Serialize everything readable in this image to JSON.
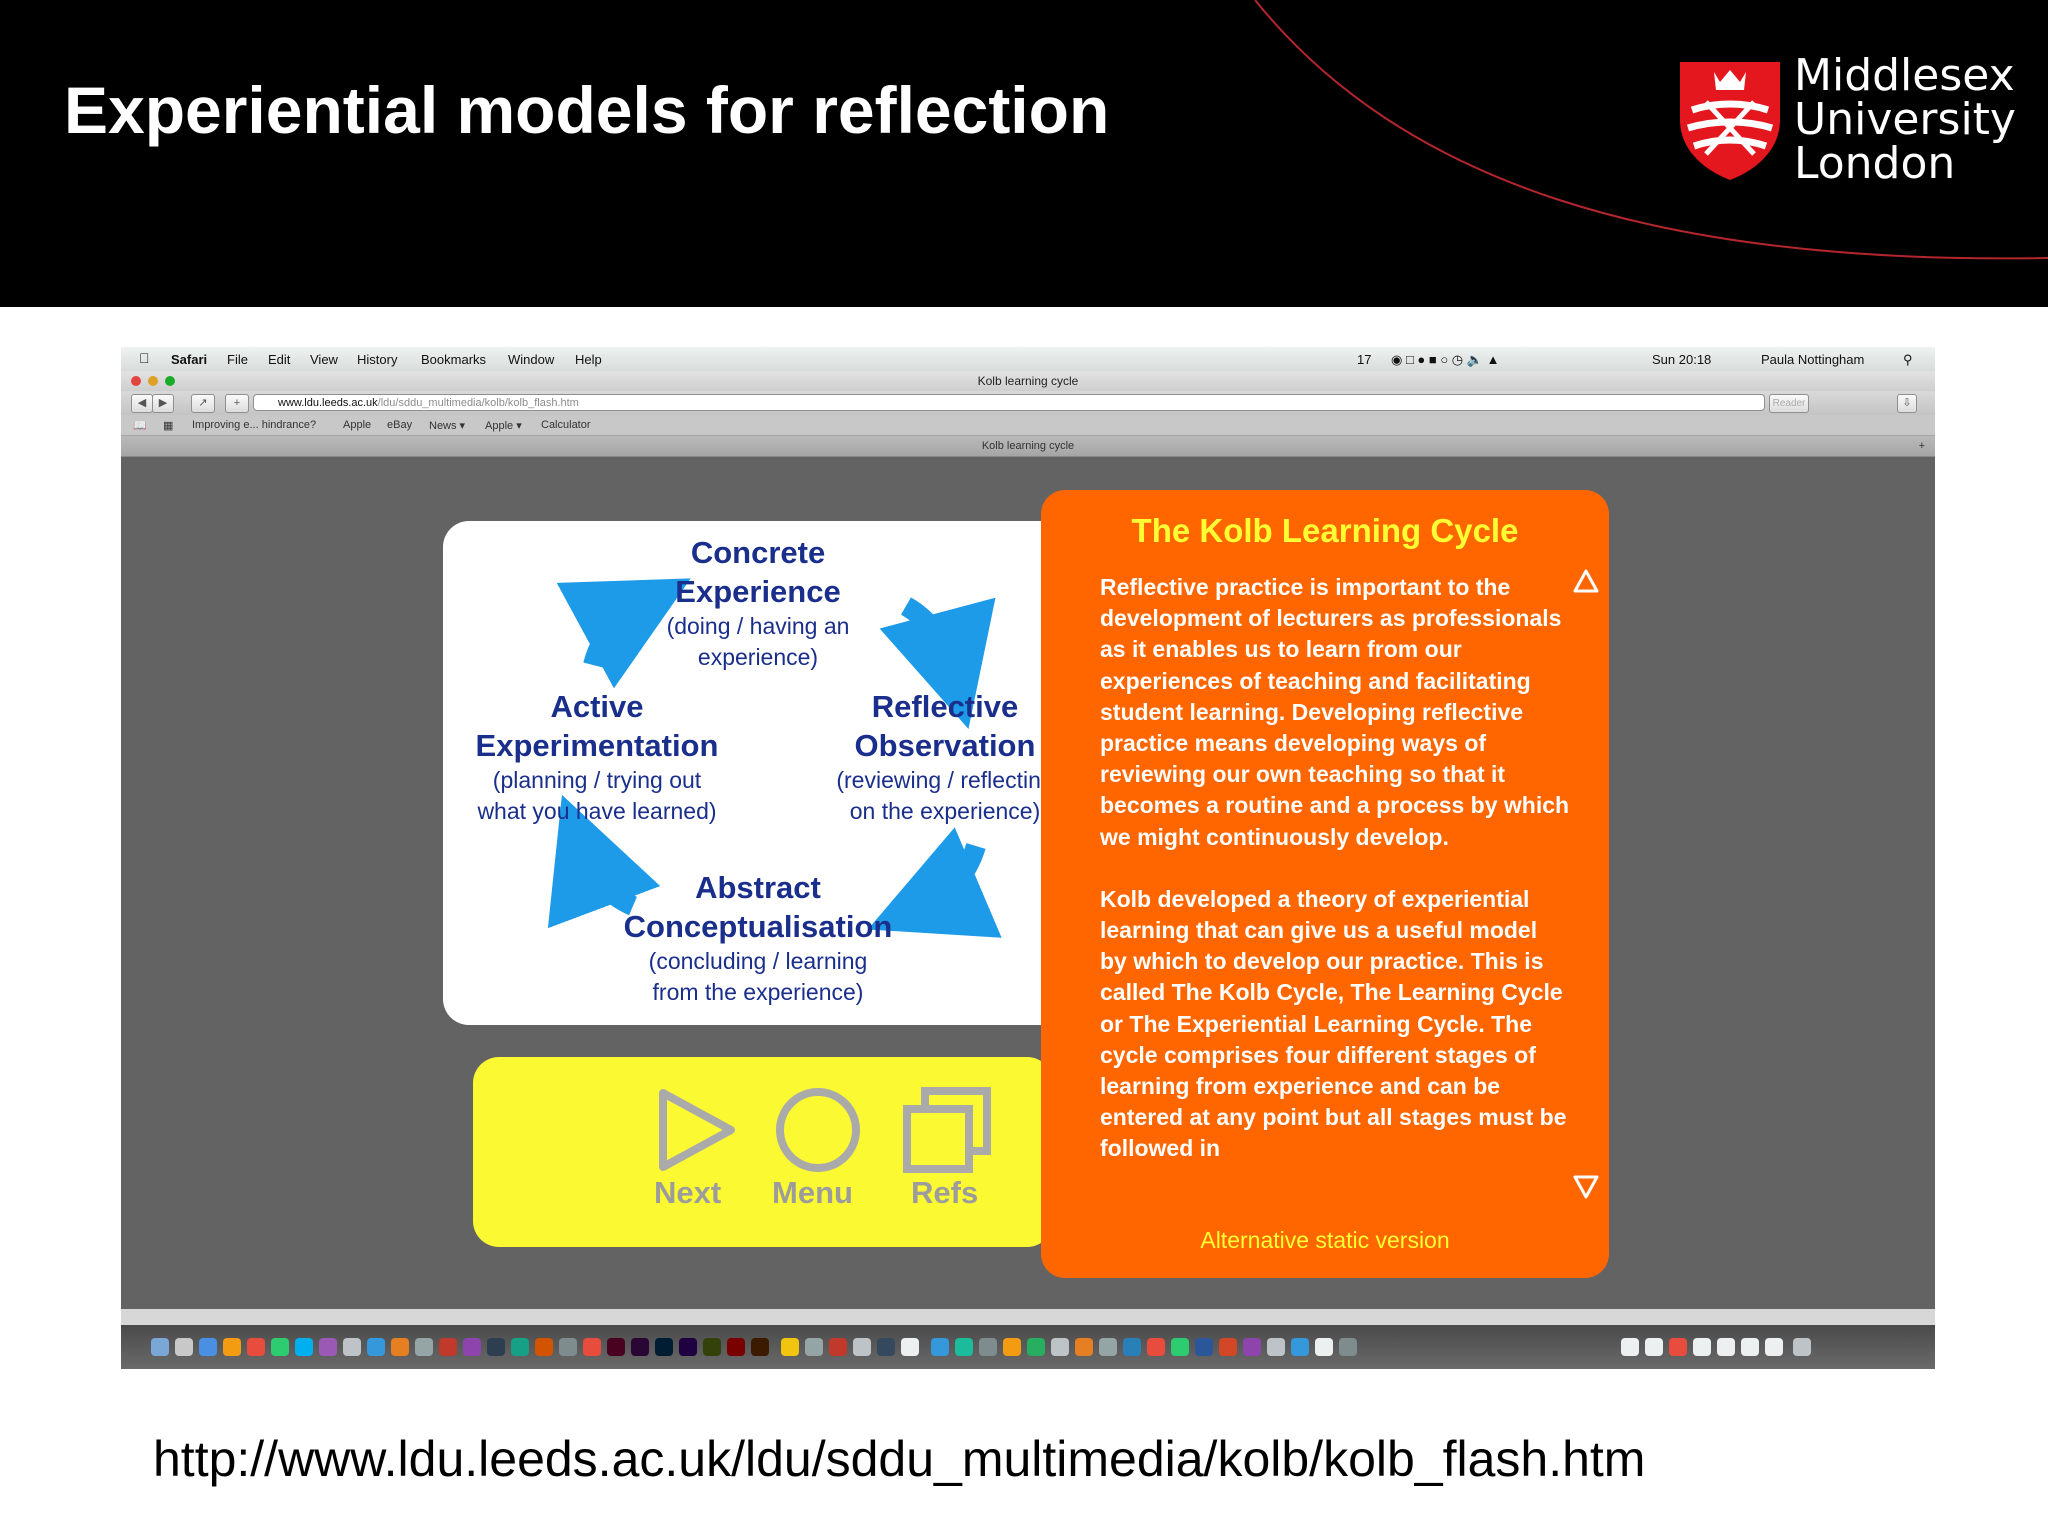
{
  "slide": {
    "title": "Experiential models for reflection",
    "logo": {
      "line1": "Middlesex",
      "line2": "University",
      "line3": "London"
    },
    "footer_url": "http://www.ldu.leeds.ac.uk/ldu/sddu_multimedia/kolb/kolb_flash.htm"
  },
  "menubar": {
    "app": "Safari",
    "items": [
      "File",
      "Edit",
      "View",
      "History",
      "Bookmarks",
      "Window",
      "Help"
    ],
    "status_count": "17",
    "clock": "Sun 20:18",
    "user": "Paula Nottingham"
  },
  "browser": {
    "window_title": "Kolb learning cycle",
    "url_host": "www.ldu.leeds.ac.uk",
    "url_path": "/ldu/sddu_multimedia/kolb/kolb_flash.htm",
    "reader_label": "Reader",
    "tab_title": "Kolb learning cycle",
    "bookmarks": [
      "Improving e... hindrance?",
      "Apple",
      "eBay",
      "News ▾",
      "Apple ▾",
      "Calculator"
    ]
  },
  "kolb": {
    "concrete": {
      "title1": "Concrete",
      "title2": "Experience",
      "sub1": "(doing / having an",
      "sub2": "experience)"
    },
    "reflective": {
      "title1": "Reflective",
      "title2": "Observation",
      "sub1": "(reviewing / reflecting",
      "sub2": "on the experience)"
    },
    "abstract": {
      "title1": "Abstract",
      "title2": "Conceptualisation",
      "sub1": "(concluding / learning",
      "sub2": "from the experience)"
    },
    "active": {
      "title1": "Active",
      "title2": "Experimentation",
      "sub1": "(planning / trying out",
      "sub2": "what you have learned)"
    }
  },
  "nav": {
    "next": "Next",
    "menu": "Menu",
    "refs": "Refs"
  },
  "panel": {
    "title": "The Kolb Learning Cycle",
    "para1": "Reflective practice is important to the development of lecturers as professionals as it enables us to learn from our experiences of teaching and facilitating student learning. Developing reflective practice means developing ways of reviewing our own teaching so that it becomes a routine and a process by which we might continuously develop.",
    "para2": "Kolb developed a theory of experiential learning that can give us a useful model by which to develop our practice. This is called The Kolb Cycle, The Learning Cycle or The Experiential Learning Cycle. The cycle comprises four different stages of learning from experience and can be entered at any point but all stages must be followed in",
    "alt_link": "Alternative static version"
  },
  "colors": {
    "panel_orange": "#ff6600",
    "panel_title_yellow": "#ffff33",
    "nav_yellow": "#fbf931",
    "kolb_blue": "#1a2e8c",
    "arrow_blue": "#1e9be8",
    "logo_red": "#e4171f"
  },
  "icons": [
    "apple-icon",
    "up-arrow-icon",
    "down-arrow-icon",
    "next-play-icon",
    "menu-circle-icon",
    "refs-pages-icon",
    "shield-logo-icon"
  ]
}
